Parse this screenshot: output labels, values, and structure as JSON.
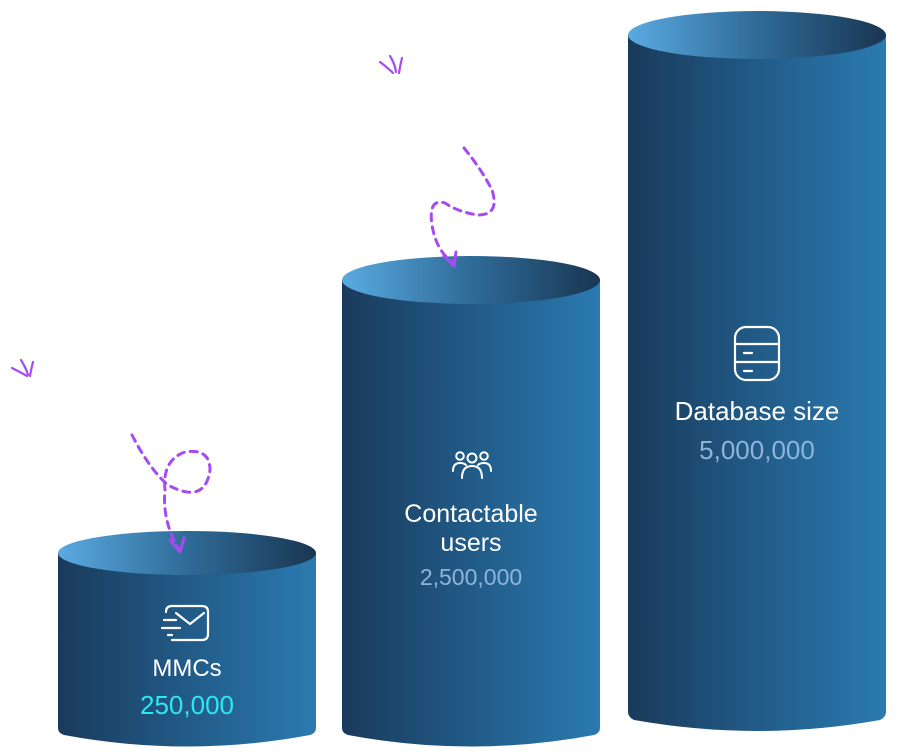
{
  "cylinders": [
    {
      "icon": "mail-fast-icon",
      "title": "MMCs",
      "value": "250,000",
      "value_color": "#2ee6f0"
    },
    {
      "icon": "users-group-icon",
      "title_line1": "Contactable",
      "title_line2": "users",
      "value": "2,500,000",
      "value_color": "#8fb4da"
    },
    {
      "icon": "database-icon",
      "title": "Database size",
      "value": "5,000,000",
      "value_color": "#8fb4da"
    }
  ],
  "colors": {
    "body_dark": "#1b3e60",
    "body_light": "#2a77ab",
    "top_light": "#56a6dc",
    "top_dark": "#1b3a5a",
    "accent_doodle": "#a64bf0"
  }
}
